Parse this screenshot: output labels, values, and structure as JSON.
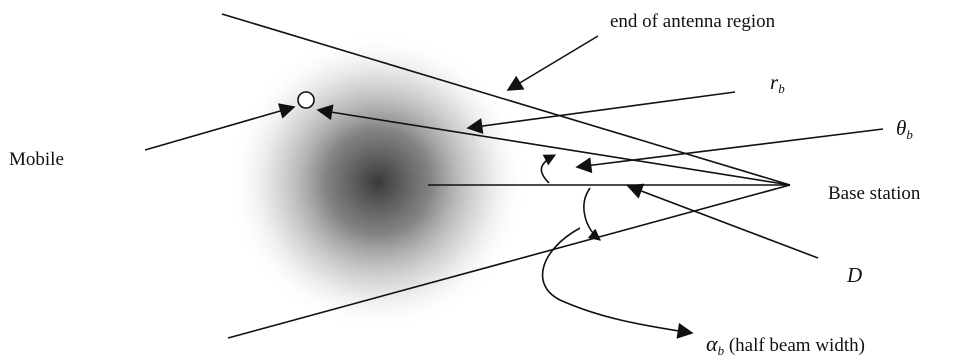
{
  "labels": {
    "end_region": "end of antenna region",
    "radius_symbol": "r",
    "radius_sub": "b",
    "theta_symbol": "θ",
    "theta_sub": "b",
    "mobile": "Mobile",
    "base_station": "Base station",
    "distance_symbol": "D",
    "alpha_symbol": "α",
    "alpha_sub": "b",
    "alpha_desc": "(half beam width)"
  },
  "colors": {
    "ink": "#111111",
    "cloud_core": "#3a3a3a",
    "background": "#ffffff"
  }
}
